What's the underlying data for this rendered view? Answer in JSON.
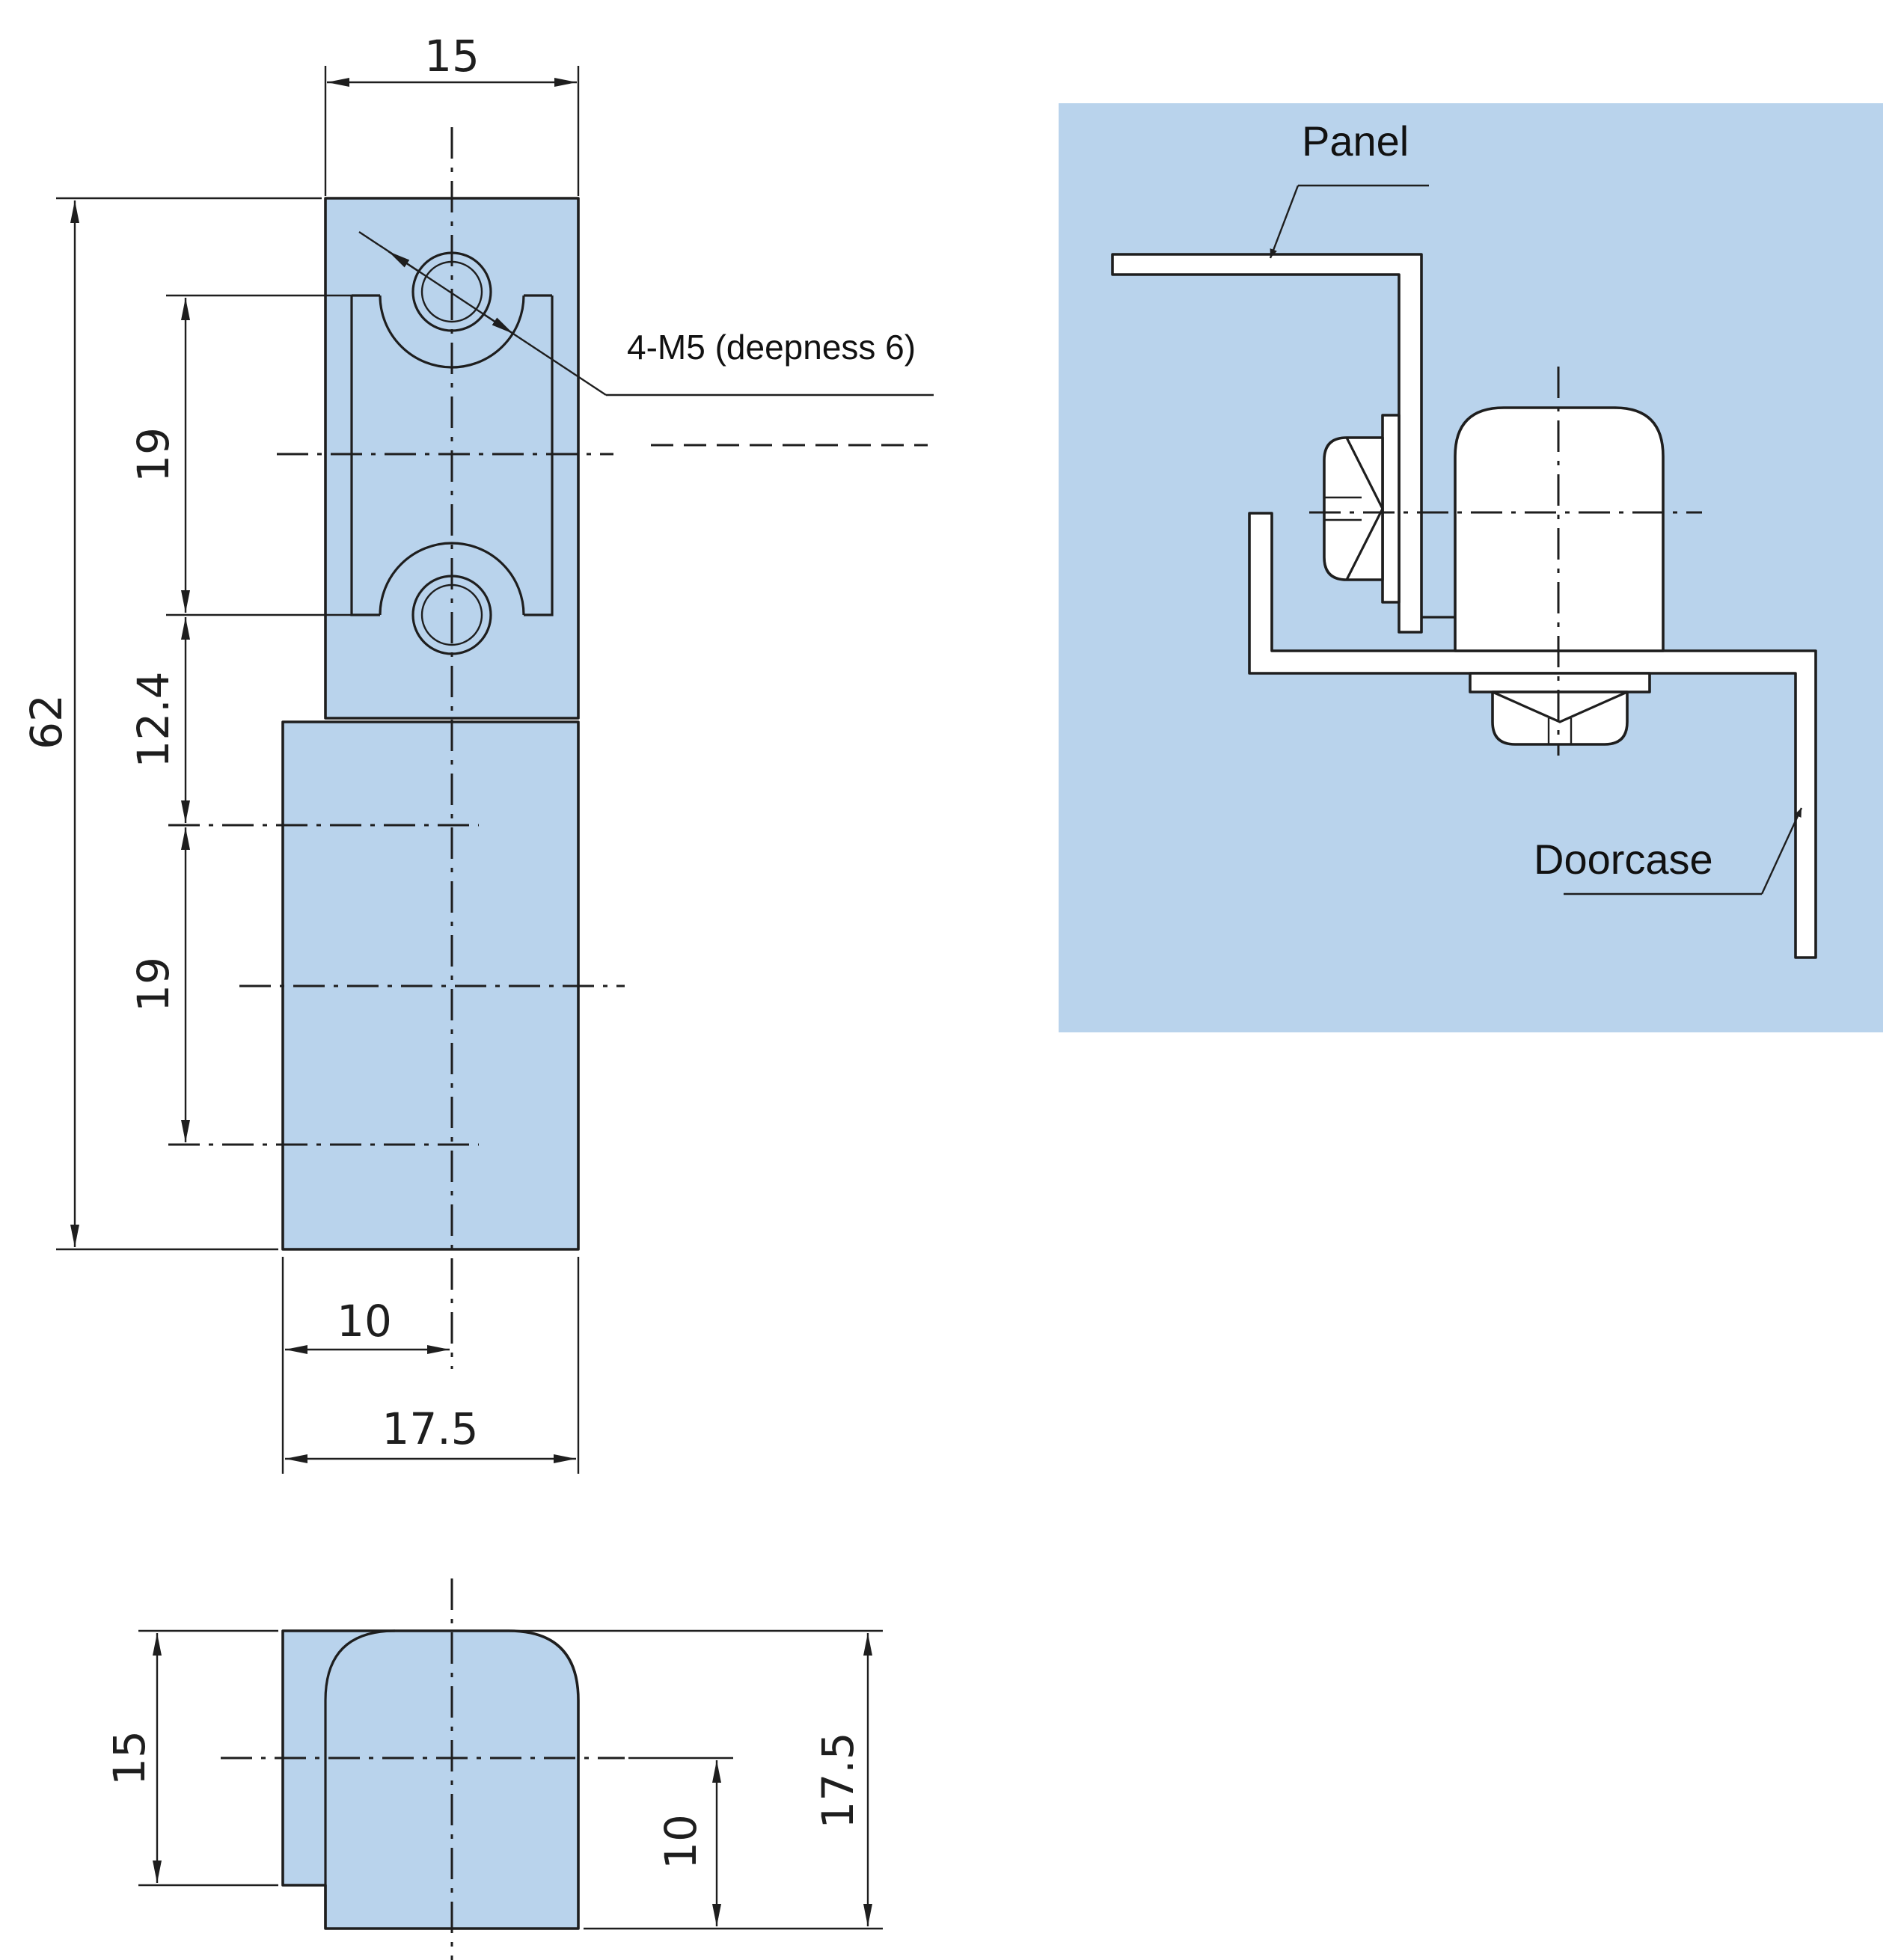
{
  "dimensions": {
    "front_width": "15",
    "total_height": "62",
    "hole_pitch_upper": "19",
    "offset": "12.4",
    "hole_pitch_lower": "19",
    "axis_offset_bottom": "10",
    "base_width": "17.5",
    "side_height": "15",
    "side_axis_offset": "10",
    "side_total": "17.5"
  },
  "callouts": {
    "thread_note": "4-M5 (deepness 6)",
    "panel_label": "Panel",
    "doorcase_label": "Doorcase"
  },
  "colors": {
    "part_fill": "#b9d3ec",
    "outline": "#1e1e1e",
    "background": "#ffffff"
  }
}
